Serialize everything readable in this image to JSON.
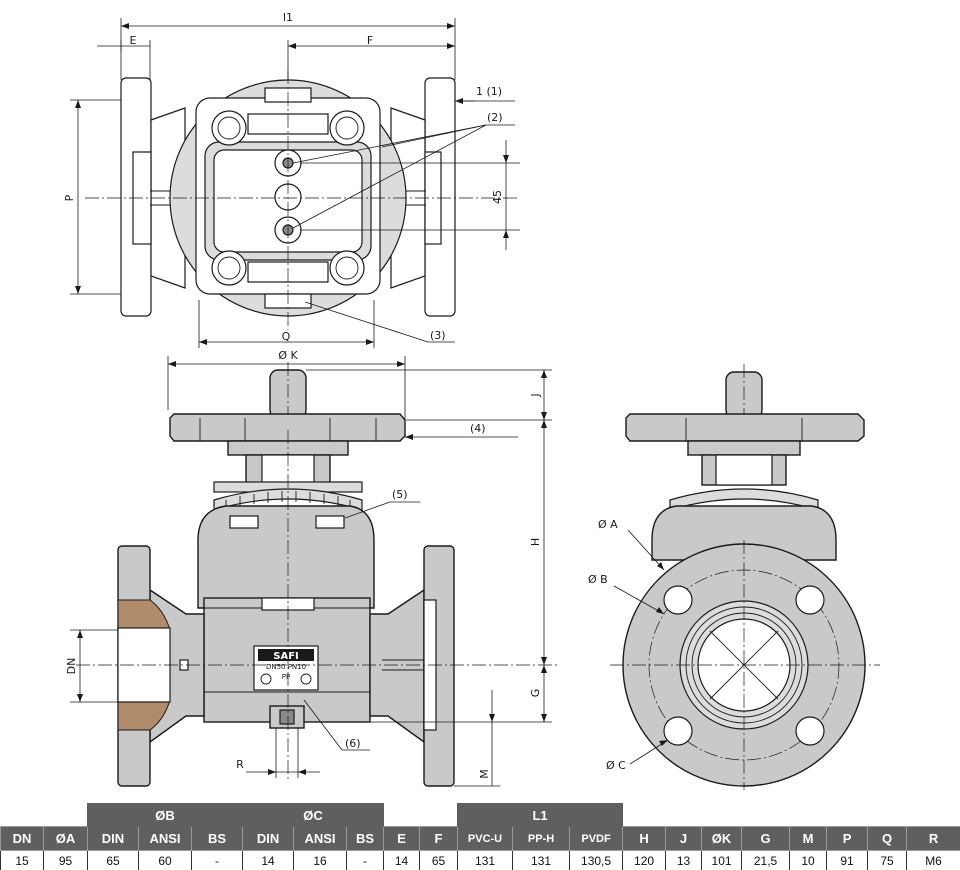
{
  "drawing": {
    "dims_top": {
      "l1": "l1",
      "e": "E",
      "f": "F",
      "p": "P",
      "q": "Q",
      "forty_five": "45"
    },
    "dims_front": {
      "k": "Ø K",
      "j": "J",
      "h": "H",
      "g": "G",
      "dn": "DN",
      "r": "R",
      "m": "M"
    },
    "dims_side": {
      "a": "Ø A",
      "b": "Ø B",
      "c": "Ø C"
    },
    "callouts": [
      "1  (1)",
      "(2)",
      "(3)",
      "(4)",
      "(5)",
      "(6)"
    ],
    "nameplate": {
      "logo": "SAFI",
      "line1": "DN50 PN10",
      "line2": "PP"
    }
  },
  "table": {
    "groups": [
      {
        "label": "ØB",
        "span": 3
      },
      {
        "label": "ØC",
        "span": 3
      },
      {
        "label": "L1",
        "span": 3
      }
    ],
    "headers": [
      "DN",
      "ØA",
      "DIN",
      "ANSI",
      "BS",
      "DIN",
      "ANSI",
      "BS",
      "E",
      "F",
      "PVC-U",
      "PP-H",
      "PVDF",
      "H",
      "J",
      "ØK",
      "G",
      "M",
      "P",
      "Q",
      "R"
    ],
    "values": [
      "15",
      "95",
      "65",
      "60",
      "-",
      "14",
      "16",
      "-",
      "14",
      "65",
      "131",
      "131",
      "130,5",
      "120",
      "13",
      "101",
      "21,5",
      "10",
      "91",
      "75",
      "M6"
    ]
  }
}
